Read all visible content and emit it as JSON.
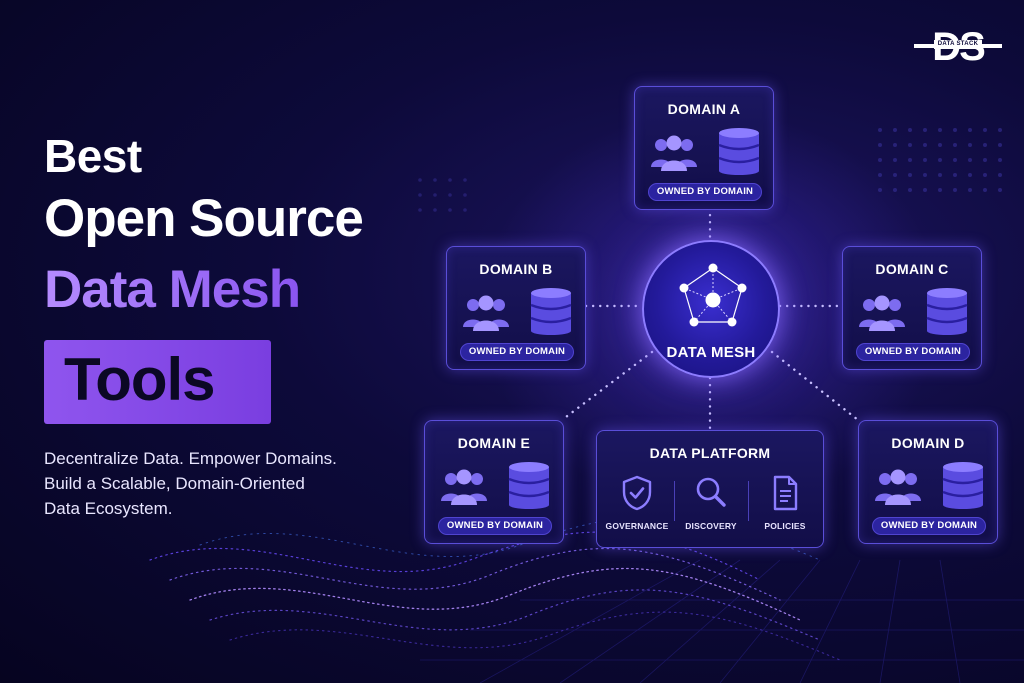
{
  "brand": {
    "logo_letters": "DS",
    "logo_subtitle": "DATA STACK"
  },
  "headline": {
    "line1": "Best",
    "line2": "Open Source",
    "line3": "Data Mesh",
    "line4": "Tools"
  },
  "subtitle": {
    "line1": "Decentralize Data. Empower Domains.",
    "line2": "Build a Scalable, Domain-Oriented",
    "line3": "Data Ecosystem."
  },
  "hub": {
    "label": "DATA MESH"
  },
  "domains": [
    {
      "title": "DOMAIN A",
      "badge": "OWNED BY DOMAIN"
    },
    {
      "title": "DOMAIN B",
      "badge": "OWNED BY DOMAIN"
    },
    {
      "title": "DOMAIN C",
      "badge": "OWNED BY DOMAIN"
    },
    {
      "title": "DOMAIN E",
      "badge": "OWNED BY DOMAIN"
    },
    {
      "title": "DOMAIN D",
      "badge": "OWNED BY DOMAIN"
    }
  ],
  "platform": {
    "title": "DATA PLATFORM",
    "items": [
      {
        "label": "GOVERNANCE",
        "icon": "shield-check-icon"
      },
      {
        "label": "DISCOVERY",
        "icon": "magnifier-icon"
      },
      {
        "label": "POLICIES",
        "icon": "document-icon"
      }
    ]
  },
  "colors": {
    "background": "#0d0a3a",
    "accent_purple": "#8a55f0",
    "card_border": "#5a4ed8",
    "badge_fill": "#2c24a0",
    "hub_glow": "#8d7cff"
  }
}
